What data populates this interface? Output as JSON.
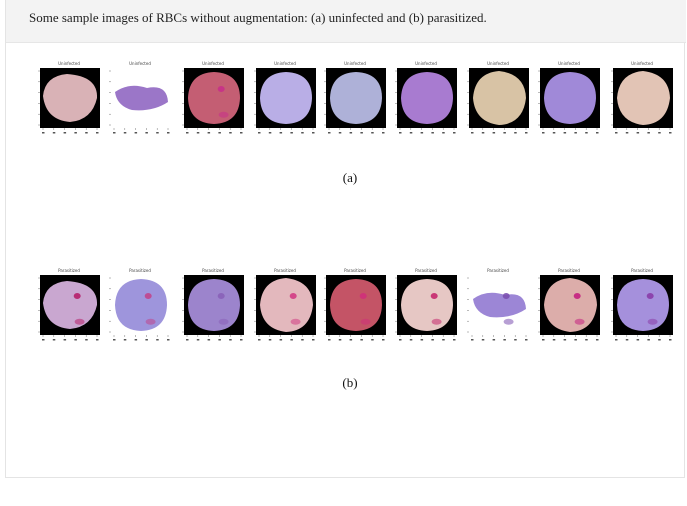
{
  "figure": {
    "caption": "Some sample images of RBCs without augmentation: (a) uninfected and (b) parasitized.",
    "panels": [
      {
        "label": "(a)",
        "tiles": [
          {
            "title": "Uninfected",
            "cell_color": "#d9b2b6",
            "bg_color": "#000000",
            "parasite": false,
            "shape": "wide"
          },
          {
            "title": "Uninfected",
            "cell_color": "#9b76c8",
            "bg_color": "#ffffff",
            "parasite": false,
            "shape": "flat"
          },
          {
            "title": "Uninfected",
            "cell_color": "#c45e73",
            "bg_color": "#000000",
            "parasite": false,
            "shape": "round",
            "spot": "#c8308a"
          },
          {
            "title": "Uninfected",
            "cell_color": "#b9aee6",
            "bg_color": "#000000",
            "parasite": false,
            "shape": "round"
          },
          {
            "title": "Uninfected",
            "cell_color": "#aeb1d8",
            "bg_color": "#000000",
            "parasite": false,
            "shape": "round"
          },
          {
            "title": "Uninfected",
            "cell_color": "#a87bd0",
            "bg_color": "#000000",
            "parasite": false,
            "shape": "round"
          },
          {
            "title": "Uninfected",
            "cell_color": "#d8c3a5",
            "bg_color": "#000000",
            "parasite": false,
            "shape": "tall"
          },
          {
            "title": "Uninfected",
            "cell_color": "#a089d8",
            "bg_color": "#000000",
            "parasite": false,
            "shape": "round"
          },
          {
            "title": "Uninfected",
            "cell_color": "#e2c4b5",
            "bg_color": "#000000",
            "parasite": false,
            "shape": "tall"
          }
        ]
      },
      {
        "label": "(b)",
        "tiles": [
          {
            "title": "Parasitized",
            "cell_color": "#c9a7d0",
            "bg_color": "#000000",
            "parasite": true,
            "spot": "#b6206a",
            "shape": "wide"
          },
          {
            "title": "Parasitized",
            "cell_color": "#9e95dc",
            "bg_color": "#ffffff",
            "parasite": true,
            "spot": "#c0458c",
            "shape": "round"
          },
          {
            "title": "Parasitized",
            "cell_color": "#9c84cc",
            "bg_color": "#000000",
            "parasite": true,
            "spot": "#8a60b8",
            "shape": "round"
          },
          {
            "title": "Parasitized",
            "cell_color": "#e3b8bd",
            "bg_color": "#000000",
            "parasite": true,
            "spot": "#d23c84",
            "shape": "tall"
          },
          {
            "title": "Parasitized",
            "cell_color": "#c45466",
            "bg_color": "#000000",
            "parasite": true,
            "spot": "#d0307a",
            "shape": "round"
          },
          {
            "title": "Parasitized",
            "cell_color": "#e6c7c4",
            "bg_color": "#000000",
            "parasite": true,
            "spot": "#c5286e",
            "shape": "round"
          },
          {
            "title": "Parasitized",
            "cell_color": "#9c86d6",
            "bg_color": "#ffffff",
            "parasite": true,
            "spot": "#7b50b0",
            "shape": "flat"
          },
          {
            "title": "Parasitized",
            "cell_color": "#dcadaa",
            "bg_color": "#000000",
            "parasite": true,
            "spot": "#c4207f",
            "shape": "tall"
          },
          {
            "title": "Parasitized",
            "cell_color": "#a590dc",
            "bg_color": "#000000",
            "parasite": true,
            "spot": "#8a3ca8",
            "shape": "round"
          }
        ]
      }
    ]
  }
}
